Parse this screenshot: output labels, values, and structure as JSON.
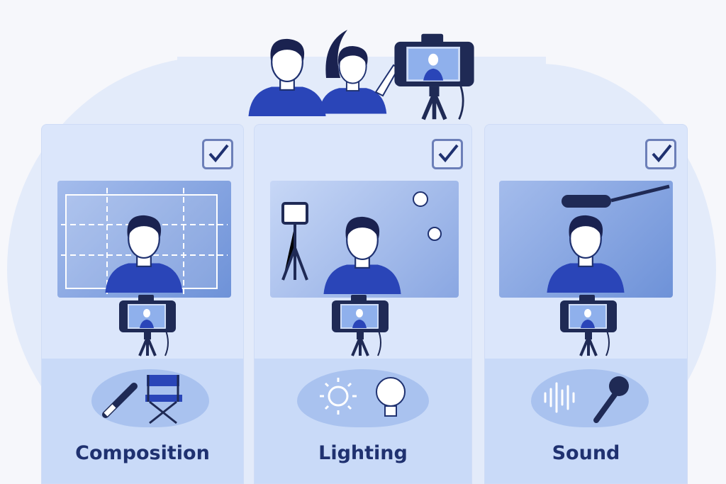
{
  "cards": [
    {
      "label": "Composition",
      "checked": true,
      "icons": [
        "paintbrush-icon",
        "directors-chair-icon"
      ]
    },
    {
      "label": "Lighting",
      "checked": true,
      "icons": [
        "sun-icon",
        "lightbulb-icon"
      ]
    },
    {
      "label": "Sound",
      "checked": true,
      "icons": [
        "sound-wave-icon",
        "microphone-icon"
      ]
    }
  ],
  "colors": {
    "primary": "#2a45b8",
    "dark": "#1f3170",
    "card": "#dbe6fb",
    "card_bottom": "#c9daf8"
  }
}
